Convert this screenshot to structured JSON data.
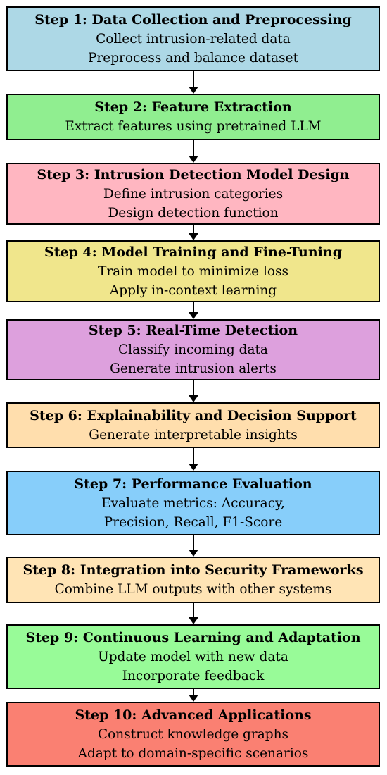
{
  "steps": [
    {
      "title": "Step 1:  Data Collection and Preprocessing",
      "lines": [
        "Collect intrusion-related data",
        "Preprocess and balance dataset"
      ],
      "color": "#add8e6"
    },
    {
      "title": "Step 2:  Feature Extraction",
      "lines": [
        "Extract features using pretrained LLM"
      ],
      "color": "#90ee90"
    },
    {
      "title": "Step 3:  Intrusion Detection Model Design",
      "lines": [
        "Define intrusion categories",
        "Design detection function"
      ],
      "color": "#ffb6c1"
    },
    {
      "title": "Step 4:  Model Training and Fine-Tuning",
      "lines": [
        "Train model to minimize loss",
        "Apply in-context learning"
      ],
      "color": "#f0e68c"
    },
    {
      "title": "Step 5:  Real-Time Detection",
      "lines": [
        "Classify incoming data",
        "Generate intrusion alerts"
      ],
      "color": "#dda0dd"
    },
    {
      "title": "Step 6:  Explainability and Decision Support",
      "lines": [
        "Generate interpretable insights"
      ],
      "color": "#ffdead"
    },
    {
      "title": "Step 7:  Performance Evaluation",
      "lines": [
        "Evaluate metrics:  Accuracy,",
        "Precision, Recall, F1-Score"
      ],
      "color": "#87cefa"
    },
    {
      "title": "Step 8:  Integration into Security Frameworks",
      "lines": [
        "Combine LLM outputs with other systems"
      ],
      "color": "#ffe4b5"
    },
    {
      "title": "Step 9:  Continuous Learning and Adaptation",
      "lines": [
        "Update model with new data",
        "Incorporate feedback"
      ],
      "color": "#98fb98"
    },
    {
      "title": "Step 10:  Advanced Applications",
      "lines": [
        "Construct knowledge graphs",
        "Adapt to domain-specific scenarios"
      ],
      "color": "#fa8072"
    }
  ]
}
